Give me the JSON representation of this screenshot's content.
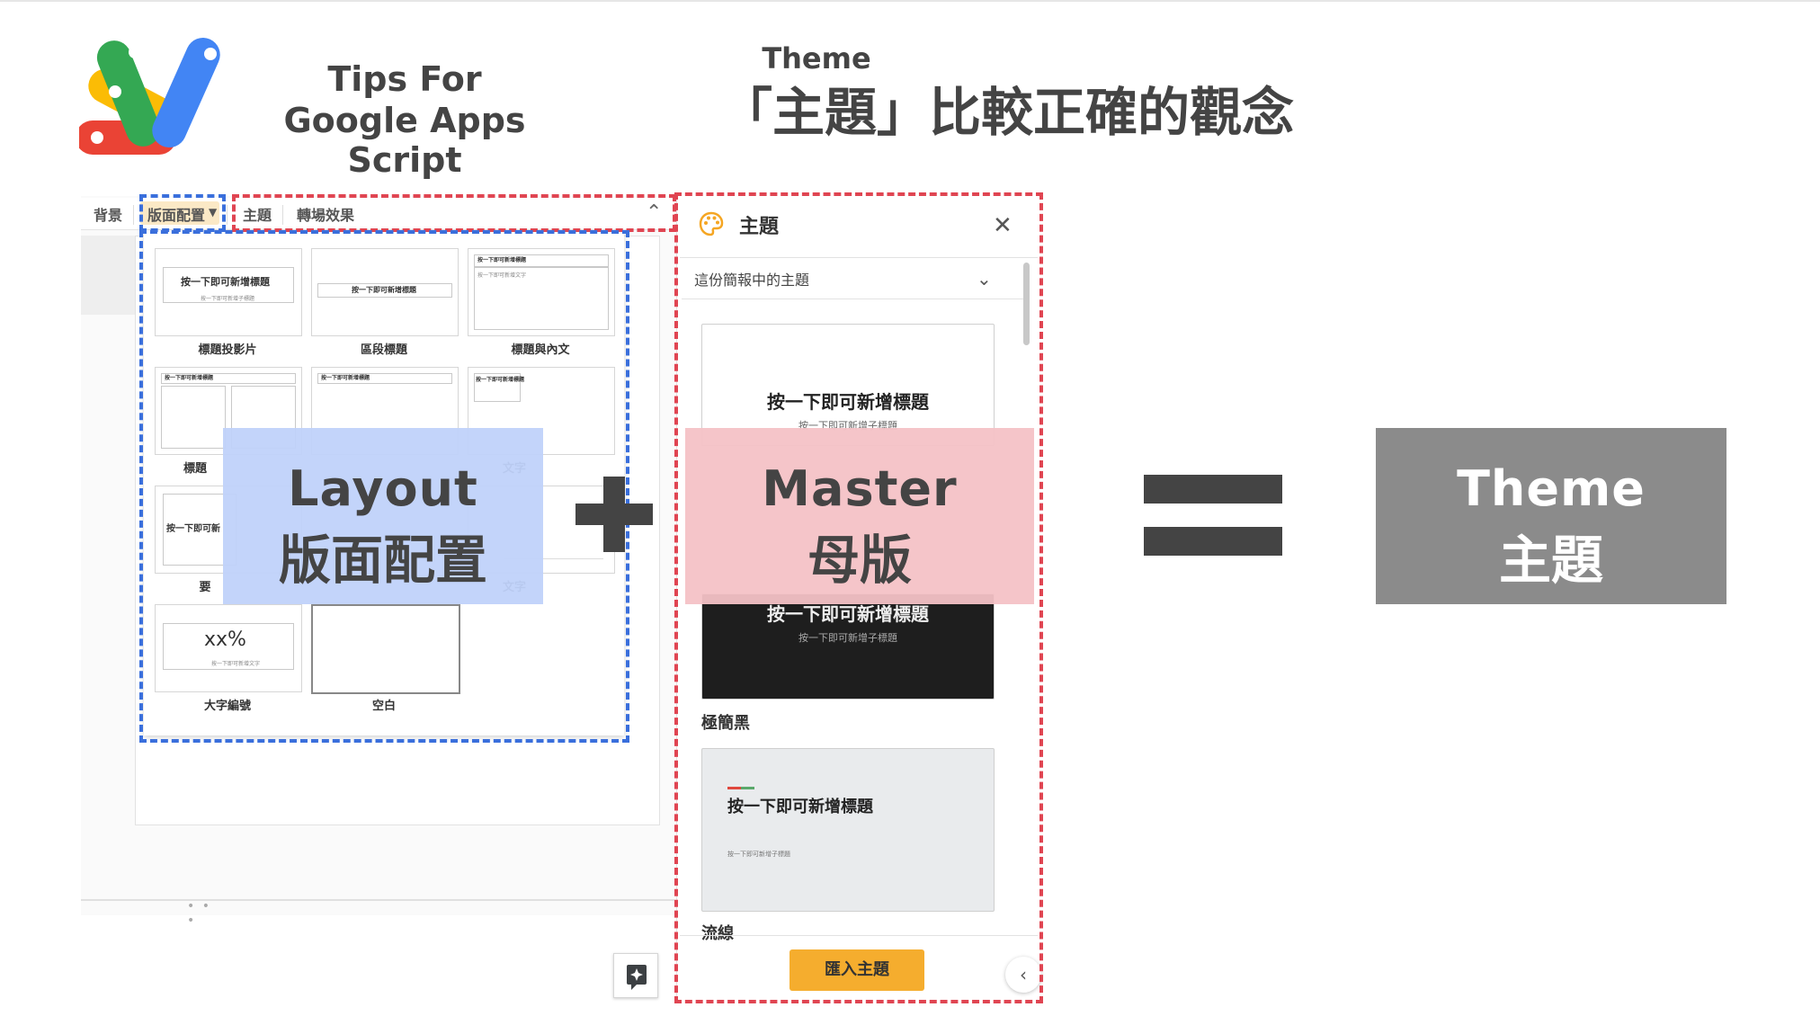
{
  "header": {
    "brand_line1": "Tips For",
    "brand_line2": "Google Apps Script",
    "subtitle": "Theme",
    "title": "「主題」比較正確的觀念"
  },
  "tabs": {
    "background": "背景",
    "layout": "版面配置",
    "theme": "主題",
    "transition": "轉場效果"
  },
  "layouts": {
    "items": [
      {
        "label": "標題投影片",
        "title": "按一下即可新增標題",
        "sub": "按一下即可新增子標題"
      },
      {
        "label": "區段標題",
        "title": "按一下即可新增標題"
      },
      {
        "label": "標題與內文",
        "title": "按一下即可新增標題",
        "sub": "按一下即可新增文字"
      },
      {
        "label": "標題",
        "title": "按一下即可新增標題"
      },
      {
        "label": "",
        "title": "按一下即可新增標題"
      },
      {
        "label": "文字",
        "title": "按一下即可新增標題"
      },
      {
        "label": "要",
        "title": "按一下即可新"
      },
      {
        "label": "文字"
      },
      {
        "label": "大字編號",
        "big": "xx%",
        "sub": "按一下即可新增文字"
      },
      {
        "label": "空白"
      }
    ]
  },
  "panel": {
    "title": "主題",
    "dropdown_label": "這份簡報中的主題",
    "card1_title": "按一下即可新增標題",
    "card1_sub": "按一下即可新增子標題",
    "card2_title": "按一下即可新增標題",
    "card2_sub": "按一下即可新增子標題",
    "card2_name": "極簡黑",
    "card3_title": "按一下即可新增標題",
    "card3_sub": "按一下即可新增子標題",
    "card3_name": "流線",
    "import_button": "匯入主題"
  },
  "overlays": {
    "layout_en": "Layout",
    "layout_zh": "版面配置",
    "master_en": "Master",
    "master_zh": "母版",
    "theme_en": "Theme",
    "theme_zh": "主題"
  },
  "colors": {
    "blue_dash": "#3a6fdc",
    "red_dash": "#e04552",
    "import_button": "#f5ad2e",
    "layout_overlay": "#c0d2fa",
    "master_overlay": "#f4c2c6",
    "theme_overlay": "#8b8b8b"
  },
  "icons": {
    "logo": "google-apps-script-logo",
    "palette": "palette-icon",
    "close": "close-icon",
    "chevron_down": "chevron-down-icon",
    "chevron_up": "chevron-up-icon",
    "chevron_left": "chevron-left-icon",
    "assist": "sparkle-icon"
  }
}
